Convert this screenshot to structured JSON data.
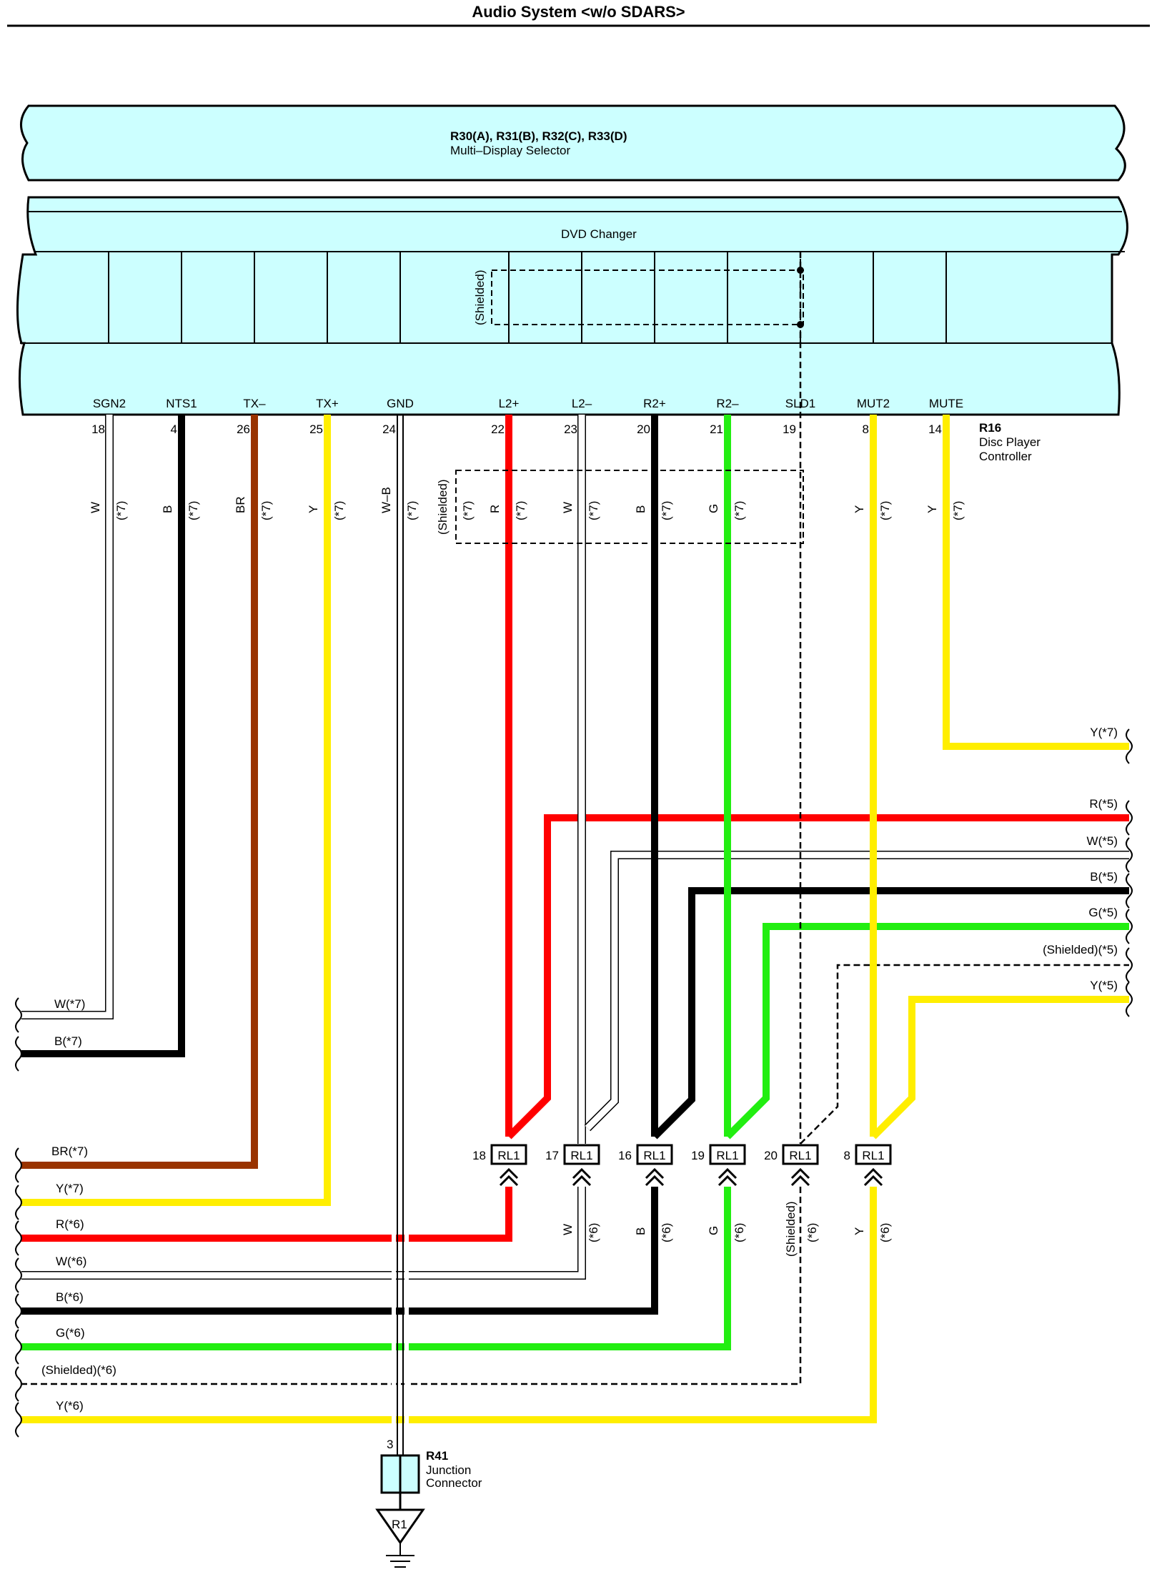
{
  "title": "Audio System <w/o SDARS>",
  "components": {
    "multi_display_selector": {
      "code": "R30(A), R31(B), R32(C), R33(D)",
      "name": "Multi–Display Selector"
    },
    "dvd_changer": {
      "name": "DVD Changer",
      "shielded_label": "(Shielded)"
    },
    "disc_player_controller": {
      "code": "R16",
      "name_line1": "Disc Player",
      "name_line2": "Controller"
    },
    "junction_connector": {
      "code": "R41",
      "name_line1": "Junction",
      "name_line2": "Connector",
      "pin": "3"
    },
    "ground": {
      "code": "R1"
    },
    "relay_connector": {
      "code": "RL1"
    }
  },
  "terminals": [
    {
      "name": "SGN2",
      "pin": "18",
      "color": "W",
      "note": "(*7)",
      "hex": "#ffffff"
    },
    {
      "name": "NTS1",
      "pin": "4",
      "color": "B",
      "note": "(*7)",
      "hex": "#000000"
    },
    {
      "name": "TX–",
      "pin": "26",
      "color": "BR",
      "note": "(*7)",
      "hex": "#993300"
    },
    {
      "name": "TX+",
      "pin": "25",
      "color": "Y",
      "note": "(*7)",
      "hex": "#ffee00"
    },
    {
      "name": "GND",
      "pin": "24",
      "color": "W–B",
      "note": "(*7)",
      "hex": "#ffffff"
    },
    {
      "name": "L2+",
      "pin": "22",
      "color": "R",
      "note": "(*7)",
      "hex": "#ff0000"
    },
    {
      "name": "L2–",
      "pin": "23",
      "color": "W",
      "note": "(*7)",
      "hex": "#ffffff"
    },
    {
      "name": "R2+",
      "pin": "20",
      "color": "B",
      "note": "(*7)",
      "hex": "#000000"
    },
    {
      "name": "R2–",
      "pin": "21",
      "color": "G",
      "note": "(*7)",
      "hex": "#22ee11"
    },
    {
      "name": "SLD1",
      "pin": "19",
      "color": "",
      "note": "",
      "hex": ""
    },
    {
      "name": "MUT2",
      "pin": "8",
      "color": "Y",
      "note": "(*7)",
      "hex": "#ffee00"
    },
    {
      "name": "MUTE",
      "pin": "14",
      "color": "Y",
      "note": "(*7)",
      "hex": "#ffee00"
    }
  ],
  "shielded_label": "(Shielded)",
  "shielded_note": "(*7)",
  "right_exits": [
    {
      "label": "Y(*7)"
    },
    {
      "label": "R(*5)"
    },
    {
      "label": "W(*5)"
    },
    {
      "label": "B(*5)"
    },
    {
      "label": "G(*5)"
    },
    {
      "label": "(Shielded)(*5)"
    },
    {
      "label": "Y(*5)"
    }
  ],
  "left_exits": [
    {
      "label": "W(*7)"
    },
    {
      "label": "B(*7)"
    },
    {
      "label": "BR(*7)"
    },
    {
      "label": "Y(*7)"
    },
    {
      "label": "R(*6)"
    },
    {
      "label": "W(*6)"
    },
    {
      "label": "B(*6)"
    },
    {
      "label": "G(*6)"
    },
    {
      "label": "(Shielded)(*6)"
    },
    {
      "label": "Y(*6)"
    }
  ],
  "relay_pins": [
    {
      "pin": "18",
      "color": "",
      "note": ""
    },
    {
      "pin": "17",
      "color": "W",
      "note": "(*6)"
    },
    {
      "pin": "16",
      "color": "B",
      "note": "(*6)"
    },
    {
      "pin": "19",
      "color": "G",
      "note": "(*6)"
    },
    {
      "pin": "20",
      "color": "(Shielded)",
      "note": "(*6)"
    },
    {
      "pin": "8",
      "color": "Y",
      "note": "(*6)"
    }
  ],
  "colors": {
    "component_fill": "#ccffff",
    "red": "#ff0000",
    "black": "#000000",
    "brown": "#993300",
    "yellow": "#ffee00",
    "green": "#22ee11"
  }
}
